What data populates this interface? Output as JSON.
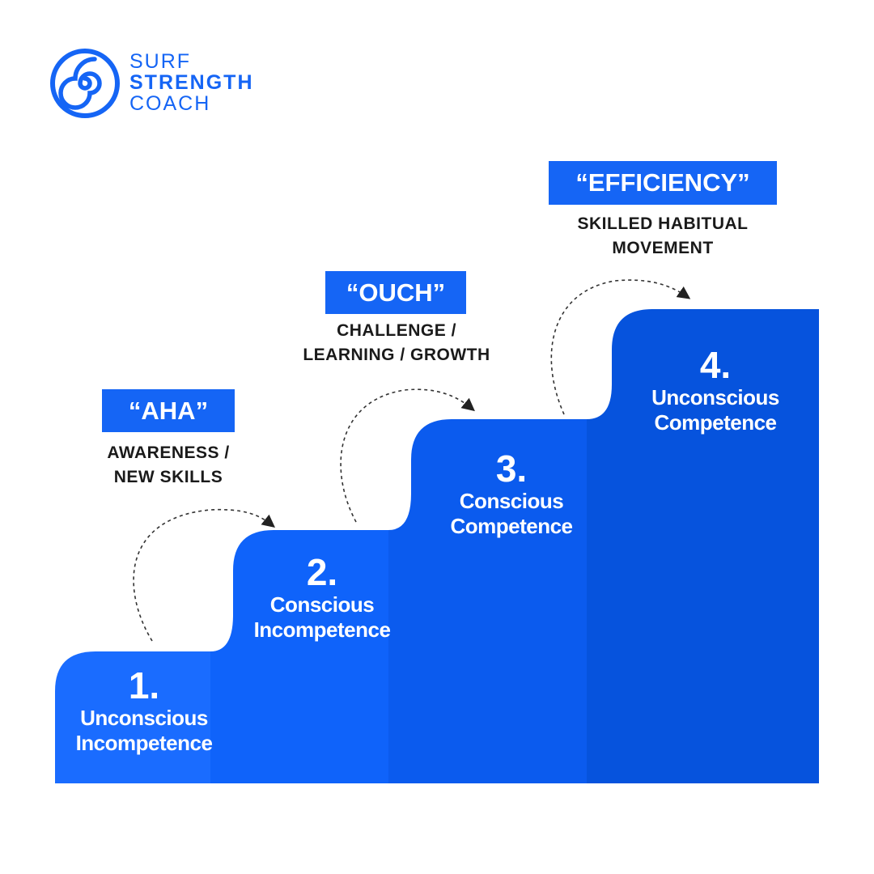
{
  "brand": {
    "line1": "SURF",
    "line2": "STRENGTH",
    "line3": "COACH",
    "color": "#1565f5"
  },
  "stages": [
    {
      "number": "1.",
      "title_line1": "Unconscious",
      "title_line2": "Incompetence",
      "color": "#1a6cff"
    },
    {
      "number": "2.",
      "title_line1": "Conscious",
      "title_line2": "Incompetence",
      "color": "#0f63fa"
    },
    {
      "number": "3.",
      "title_line1": "Conscious",
      "title_line2": "Competence",
      "color": "#0b5bee"
    },
    {
      "number": "4.",
      "title_line1": "Unconscious",
      "title_line2": "Competence",
      "color": "#0653dd"
    }
  ],
  "transitions": [
    {
      "tag": "“AHA”",
      "caption_line1": "AWARENESS /",
      "caption_line2": "NEW SKILLS"
    },
    {
      "tag": "“OUCH”",
      "caption_line1": "CHALLENGE /",
      "caption_line2": "LEARNING / GROWTH"
    },
    {
      "tag": "“EFFICIENCY”",
      "caption_line1": "SKILLED HABITUAL",
      "caption_line2": "MOVEMENT"
    }
  ]
}
